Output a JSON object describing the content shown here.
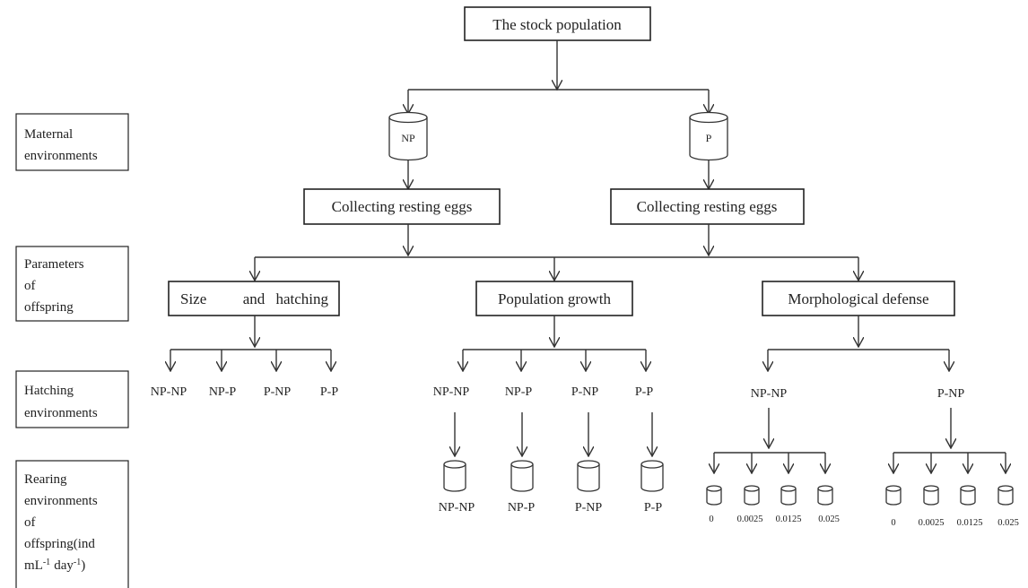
{
  "title_box": "The stock population",
  "side_labels": {
    "maternal": [
      "Maternal",
      "environments"
    ],
    "parameters": [
      "Parameters",
      "of",
      "offspring"
    ],
    "hatching": [
      "Hatching",
      "environments"
    ],
    "rearing": [
      "Rearing",
      "environments",
      "of",
      "offspring(ind"
    ],
    "rearing_units": {
      "ml": "mL",
      "ml_exp": "-1",
      "day": "day",
      "day_exp": "-1"
    }
  },
  "maternal": {
    "left": "NP",
    "right": "P"
  },
  "collect": {
    "left": "Collecting resting eggs",
    "right": "Collecting resting eggs"
  },
  "parameters": {
    "size_hatching": {
      "w1": "Size",
      "w2": "and",
      "w3": "hatching"
    },
    "population_growth": "Population growth",
    "morphological_defense": "Morphological defense"
  },
  "hatching": {
    "size": [
      "NP-NP",
      "NP-P",
      "P-NP",
      "P-P"
    ],
    "growth": [
      "NP-NP",
      "NP-P",
      "P-NP",
      "P-P"
    ],
    "defense": [
      "NP-NP",
      "P-NP"
    ]
  },
  "rearing": {
    "growth": [
      "NP-NP",
      "NP-P",
      "P-NP",
      "P-P"
    ],
    "defense_left": [
      "0",
      "0.0025",
      "0.0125",
      "0.025"
    ],
    "defense_right": [
      "0",
      "0.0025",
      "0.0125",
      "0.025"
    ]
  }
}
